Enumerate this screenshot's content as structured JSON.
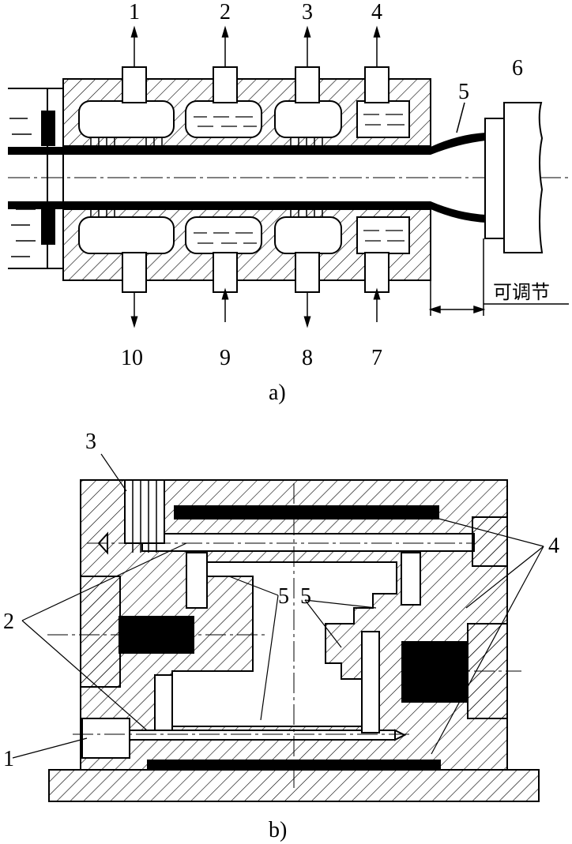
{
  "figure_a": {
    "caption": "a)",
    "top_labels": [
      "1",
      "2",
      "3",
      "4"
    ],
    "bottom_labels": [
      "10",
      "9",
      "8",
      "7"
    ],
    "label_5": "5",
    "label_6": "6",
    "adjustable_label": "可调节"
  },
  "figure_b": {
    "caption": "b)",
    "label_1": "1",
    "label_2": "2",
    "label_3": "3",
    "label_4": "4",
    "label_5a": "5",
    "label_5b": "5"
  }
}
